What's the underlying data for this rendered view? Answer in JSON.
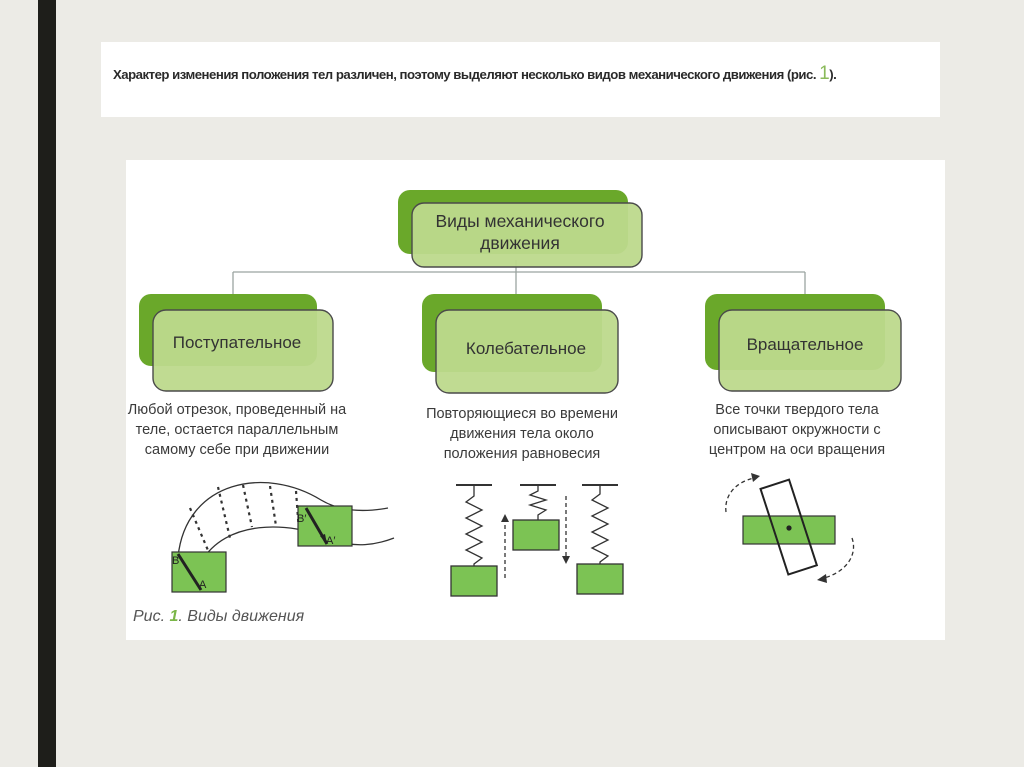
{
  "caption": {
    "text": "Характер изменения положения тел различен, поэтому выделяют несколько видов механического движения (рис. ",
    "number": "1",
    "suffix": ")."
  },
  "diagram": {
    "root": {
      "line1": "Виды механического",
      "line2": "движения"
    },
    "types": [
      {
        "label": "Поступательное",
        "description": [
          "Любой отрезок, проведенный на",
          "теле, остается параллельным",
          "самому себе при движении"
        ]
      },
      {
        "label": "Колебательное",
        "description": [
          "Повторяющиеся во времени",
          "движения тела около",
          "положения равновесия"
        ]
      },
      {
        "label": "Вращательное",
        "description": [
          "Все точки твердого тела",
          "описывают окружности с",
          "центром на оси вращения"
        ]
      }
    ],
    "translation_points": {
      "a": "A",
      "b": "B",
      "a_prime": "A′",
      "b_prime": "B′"
    }
  },
  "figure_caption": {
    "prefix": "Рис.",
    "number": "1",
    "rest": ". Виды движения"
  },
  "colors": {
    "green_dark": "#6aa82a",
    "green_light": "#bdd98c",
    "green_block": "#7cc354",
    "connector": "#9aa3a0"
  }
}
